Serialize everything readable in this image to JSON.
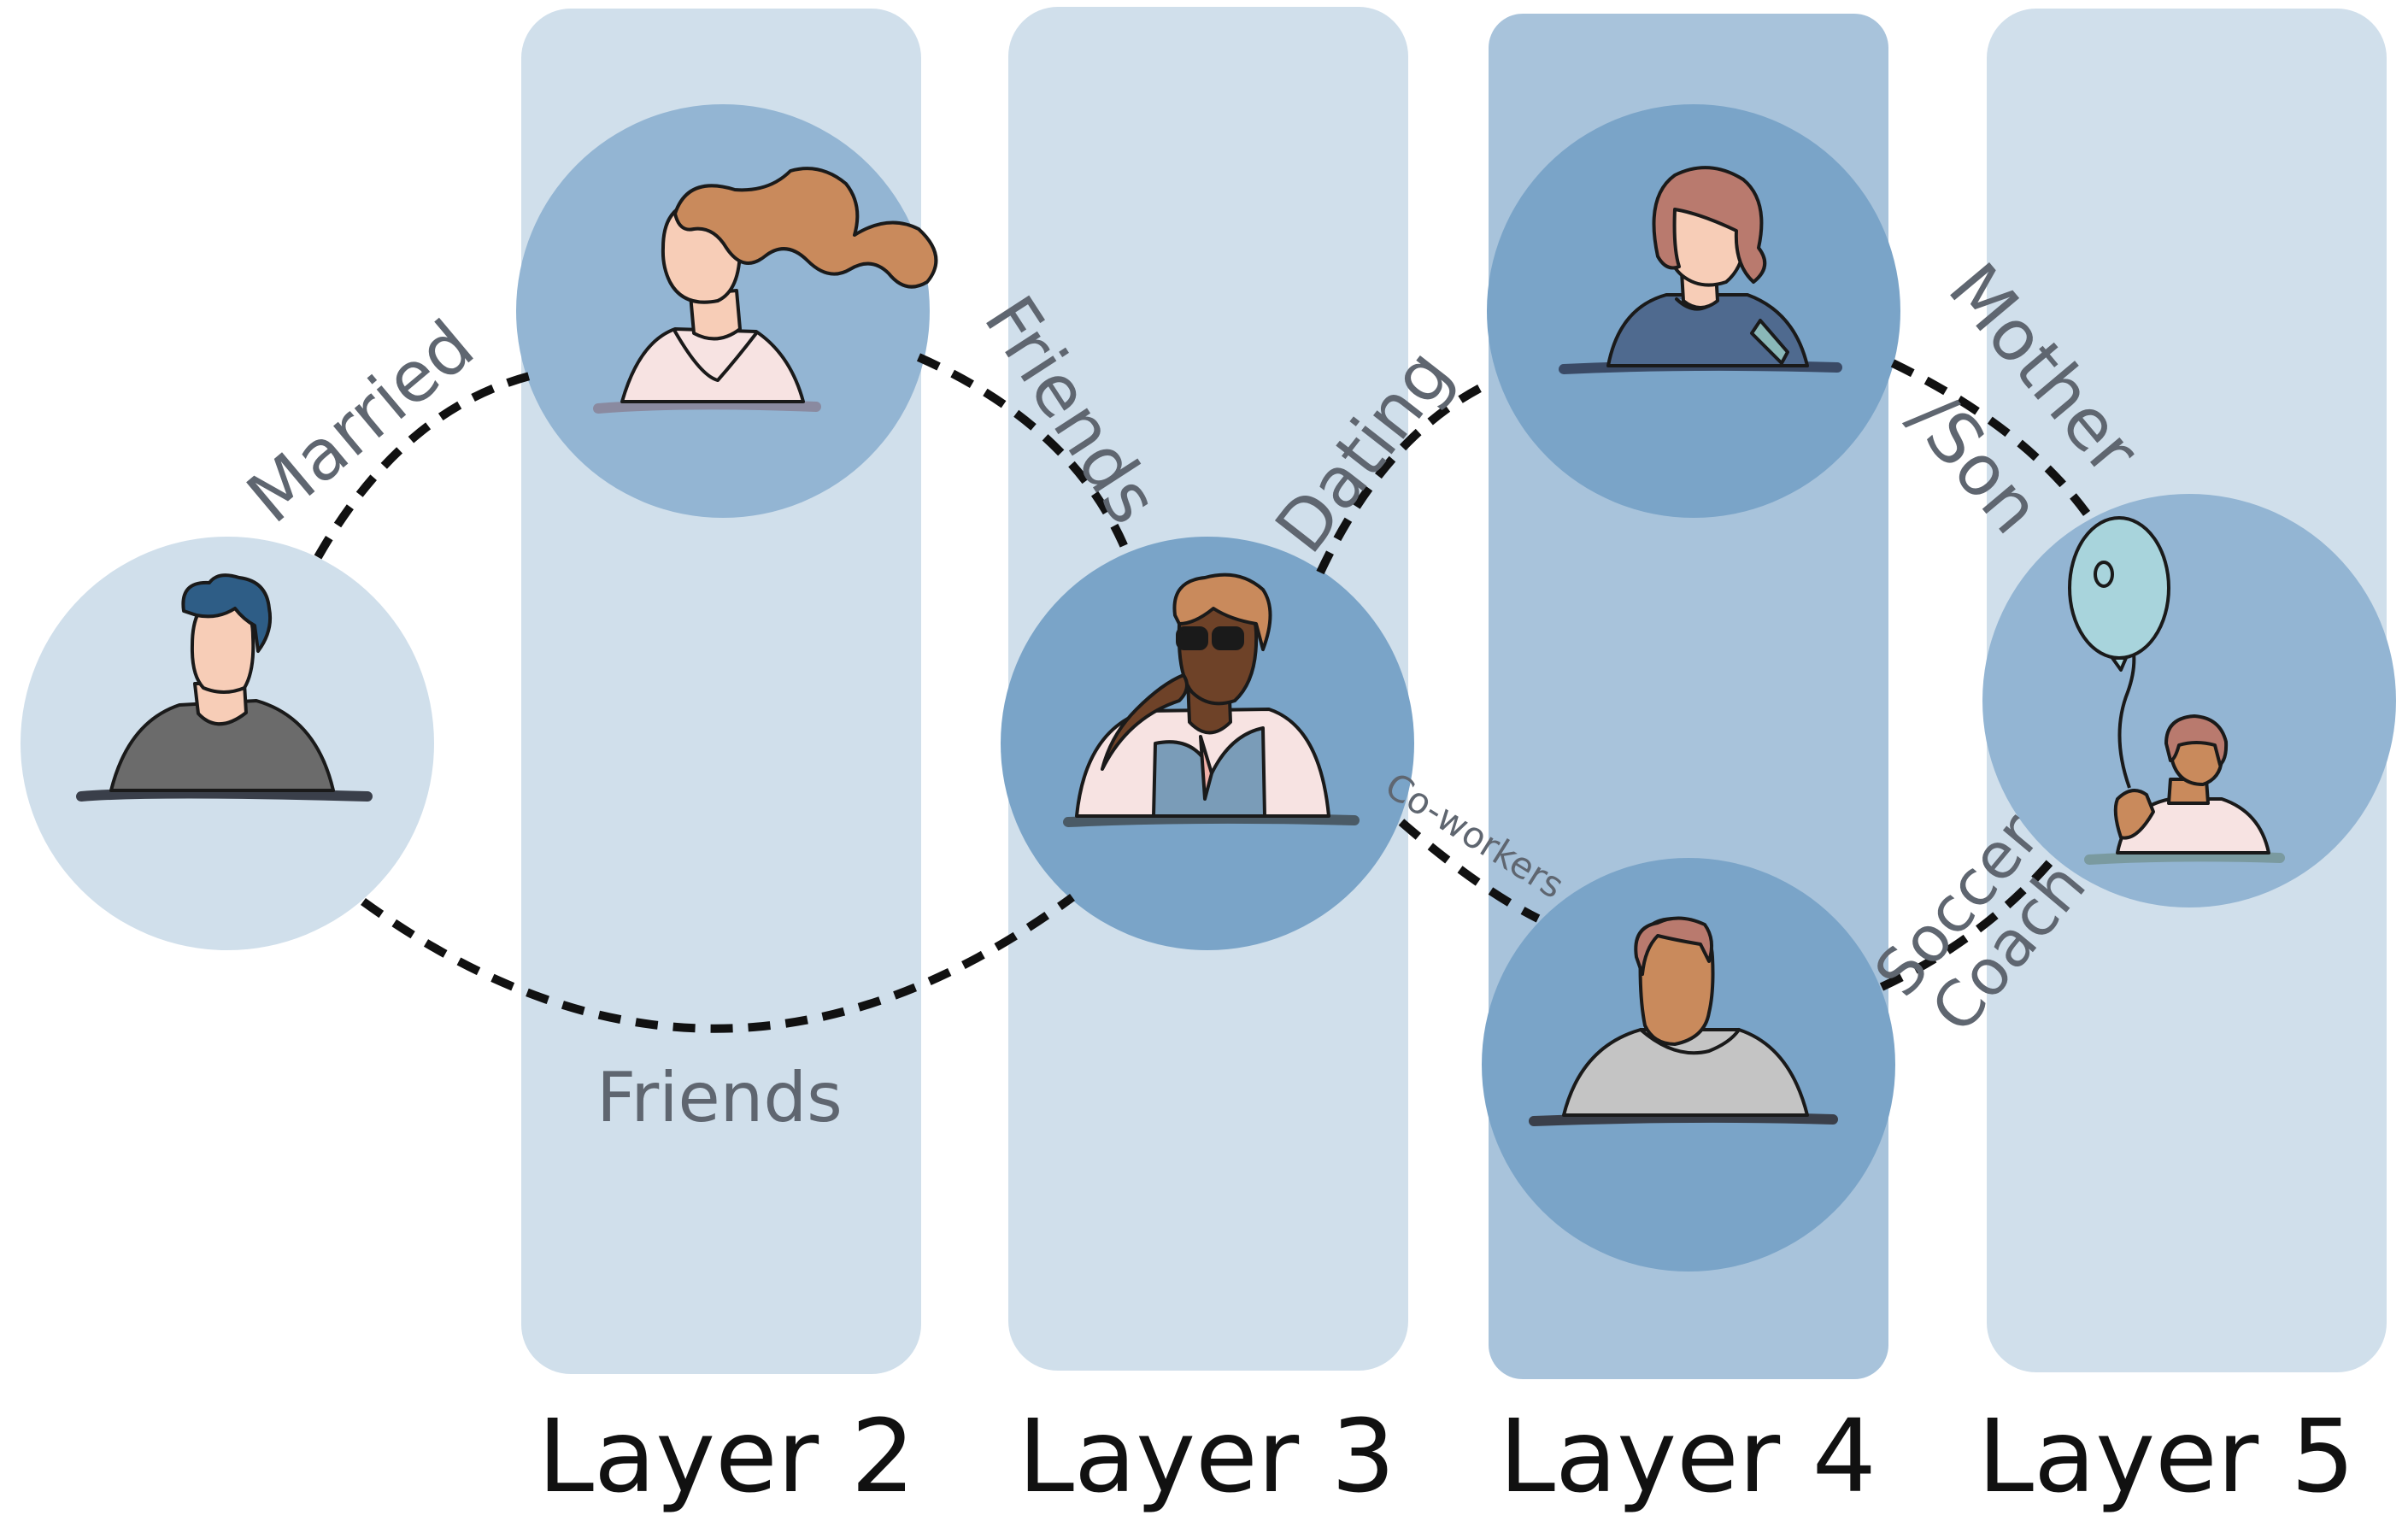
{
  "diagram": {
    "layers": [
      {
        "label": "Layer 2"
      },
      {
        "label": "Layer 3"
      },
      {
        "label": "Layer 4"
      },
      {
        "label": "Layer 5"
      }
    ],
    "nodes": [
      {
        "id": "man",
        "description": "person-dark-hair-grey-shirt"
      },
      {
        "id": "woman_ponytail",
        "description": "person-ponytail-pink-top"
      },
      {
        "id": "man_glasses",
        "description": "person-glasses-vest-tie"
      },
      {
        "id": "woman_bob",
        "description": "person-bob-hair-blue-blouse"
      },
      {
        "id": "man_grey",
        "description": "person-grey-shirt"
      },
      {
        "id": "boy_balloon",
        "description": "boy-holding-balloon"
      }
    ],
    "edges": [
      {
        "from": "man",
        "to": "woman_ponytail",
        "label": "Married"
      },
      {
        "from": "woman_ponytail",
        "to": "man_glasses",
        "label": "Friends"
      },
      {
        "from": "man",
        "to": "man_glasses",
        "label": "Friends"
      },
      {
        "from": "man_glasses",
        "to": "woman_bob",
        "label": "Dating"
      },
      {
        "from": "man_glasses",
        "to": "man_grey",
        "label": "Co-workers"
      },
      {
        "from": "woman_bob",
        "to": "boy_balloon",
        "label_line1": "Mother",
        "label_line2": "/Son"
      },
      {
        "from": "man_grey",
        "to": "boy_balloon",
        "label_line1": "Soccer",
        "label_line2": "Coach"
      }
    ],
    "colors": {
      "layer_fill": "#d0dfeb",
      "layer_fill_highlight": "#a8c3db",
      "node_light": "#d0dfeb",
      "node_mid": "#93b5d3",
      "node_dark": "#7aa4c8",
      "edge": "#111111",
      "edge_label": "#5f6670",
      "layer_label": "#111111"
    }
  }
}
